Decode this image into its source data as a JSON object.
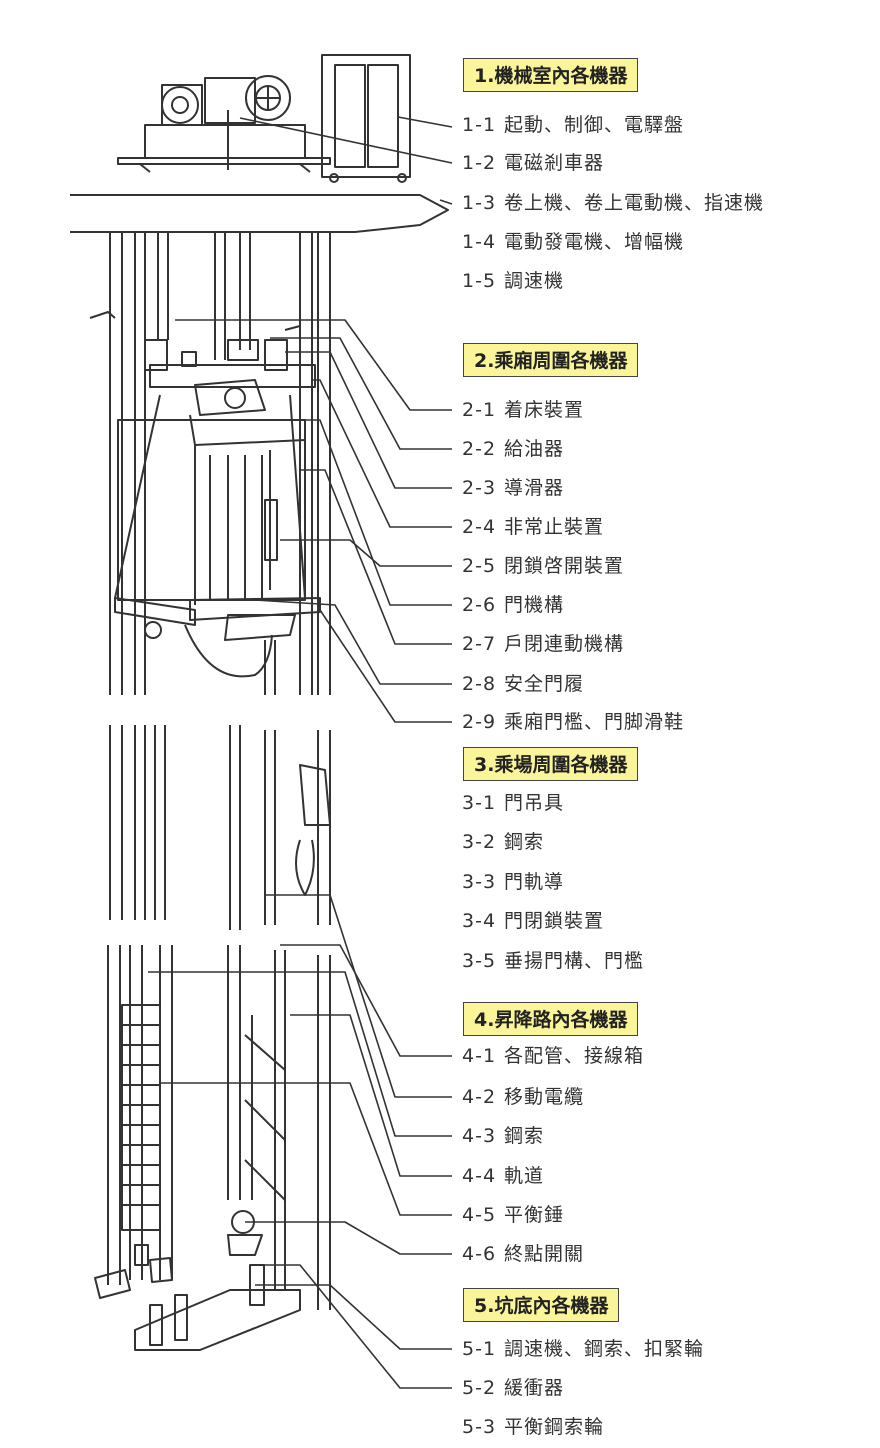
{
  "sections": [
    {
      "title": "1.機械室內各機器",
      "items": [
        {
          "code": "1-1",
          "label": "起動、制御、電驛盤"
        },
        {
          "code": "1-2",
          "label": "電磁剎車器"
        },
        {
          "code": "1-3",
          "label": "卷上機、卷上電動機、指速機"
        },
        {
          "code": "1-4",
          "label": "電動發電機、增幅機"
        },
        {
          "code": "1-5",
          "label": "調速機"
        }
      ]
    },
    {
      "title": "2.乘廂周圍各機器",
      "items": [
        {
          "code": "2-1",
          "label": "着床裝置"
        },
        {
          "code": "2-2",
          "label": "給油器"
        },
        {
          "code": "2-3",
          "label": "導滑器"
        },
        {
          "code": "2-4",
          "label": "非常止裝置"
        },
        {
          "code": "2-5",
          "label": "閉鎖啓開裝置"
        },
        {
          "code": "2-6",
          "label": "門機構"
        },
        {
          "code": "2-7",
          "label": "戶閉連動機構"
        },
        {
          "code": "2-8",
          "label": "安全門履"
        },
        {
          "code": "2-9",
          "label": "乘廂門檻、門脚滑鞋"
        }
      ]
    },
    {
      "title": "3.乘場周圍各機器",
      "items": [
        {
          "code": "3-1",
          "label": "門吊具"
        },
        {
          "code": "3-2",
          "label": "鋼索"
        },
        {
          "code": "3-3",
          "label": "門軌導"
        },
        {
          "code": "3-4",
          "label": "門閉鎖裝置"
        },
        {
          "code": "3-5",
          "label": "垂揚門構、門檻"
        }
      ]
    },
    {
      "title": "4.昇降路內各機器",
      "items": [
        {
          "code": "4-1",
          "label": "各配管、接線箱"
        },
        {
          "code": "4-2",
          "label": "移動電纜"
        },
        {
          "code": "4-3",
          "label": "鋼索"
        },
        {
          "code": "4-4",
          "label": "軌道"
        },
        {
          "code": "4-5",
          "label": "平衡錘"
        },
        {
          "code": "4-6",
          "label": "終點開關"
        }
      ]
    },
    {
      "title": "5.坑底內各機器",
      "items": [
        {
          "code": "5-1",
          "label": "調速機、鋼索、扣緊輪"
        },
        {
          "code": "5-2",
          "label": "緩衝器"
        },
        {
          "code": "5-3",
          "label": "平衡鋼索輪"
        }
      ]
    }
  ],
  "colors": {
    "header_fill": "#fbf59a",
    "line": "#333333"
  }
}
